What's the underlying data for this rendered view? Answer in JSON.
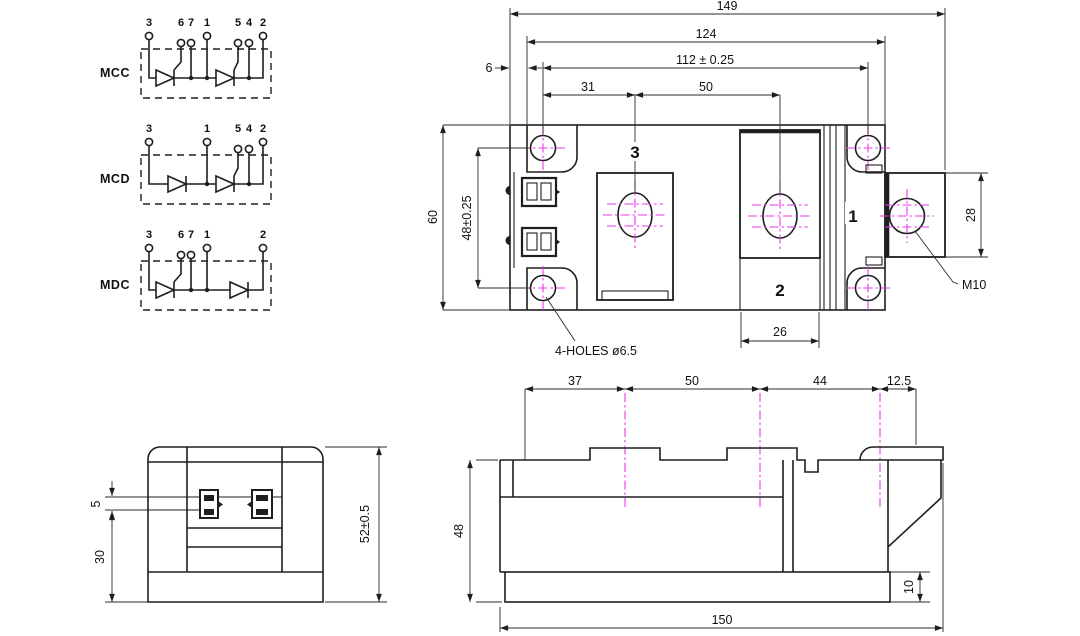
{
  "colors": {
    "line": "#1e1e1e",
    "accent": "#e93ae9"
  },
  "schematics": {
    "mcc": {
      "label": "MCC",
      "pins": {
        "p3": "3",
        "p6": "6",
        "p7": "7",
        "p1": "1",
        "p5": "5",
        "p4": "4",
        "p2": "2"
      }
    },
    "mcd": {
      "label": "MCD",
      "pins": {
        "p3": "3",
        "p1": "1",
        "p5": "5",
        "p4": "4",
        "p2": "2"
      }
    },
    "mdc": {
      "label": "MDC",
      "pins": {
        "p3": "3",
        "p6": "6",
        "p7": "7",
        "p1": "1",
        "p2": "2"
      }
    }
  },
  "top_view": {
    "terminals": {
      "t1": "1",
      "t2": "2",
      "t3": "3"
    },
    "dims": {
      "overall_width": "149",
      "body_width": "124",
      "hole_span_width": "112 ± 0.25",
      "edge_offset": "6",
      "t3_offset": "31",
      "t3_to_t2": "50",
      "overall_height": "60",
      "hole_span_height": "48±0.25",
      "pad_width": "26",
      "tab_height": "28"
    },
    "labels": {
      "bolt": "M10",
      "holes_note": "4-HOLES ø6.5"
    }
  },
  "side_view": {
    "dims": {
      "seg1": "37",
      "seg2": "50",
      "seg3": "44",
      "seg4": "12.5",
      "body_height": "48",
      "base_thickness": "10",
      "overall_length": "150"
    }
  },
  "front_view": {
    "dims": {
      "tab_pitch": "5",
      "lower_height": "30",
      "overall_height": "52±0.5"
    }
  }
}
